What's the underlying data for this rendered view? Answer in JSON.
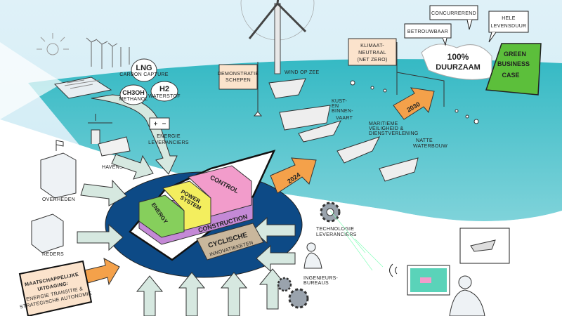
{
  "fuels": {
    "lng": {
      "title": "LNG",
      "sub": "CARBON CAPTURE"
    },
    "methanol": {
      "title": "CH3OH",
      "sub": "METHANOL"
    },
    "hydrogen": {
      "title": "H2",
      "sub": "WATERSTOF"
    }
  },
  "stakeholders": {
    "energie_1": "ENERGIE",
    "energie_2": "LEVERANCIERS",
    "havens": "HAVENS",
    "overheden": "OVERHEDEN",
    "reders": "REDERS",
    "tech_1": "TECHNOLOGIE",
    "tech_2": "LEVERANCIERS",
    "ing_1": "INGENIEURS-",
    "ing_2": "BUREAUS"
  },
  "sea": {
    "demo_1": "DEMONSTRATIE",
    "demo_2": "SCHEPEN",
    "wind": "WIND OP ZEE",
    "kust_1": "KUST-",
    "kust_2": "EN",
    "kust_3": "BINNEN-",
    "kust_4": "VAART",
    "mar_1": "MARITIEME",
    "mar_2": "VEILIGHEID &",
    "mar_3": "DIENSTVERLENING",
    "natte_1": "NATTE",
    "natte_2": "WATERBOUW"
  },
  "goals": {
    "klimaat_1": "KLIMAAT-",
    "klimaat_2": "NEUTRAAL",
    "klimaat_3": "(NET ZERO)",
    "betrouwbaar": "BETROUWBAAR",
    "concurrerend": "CONCURREREND",
    "levensduur_1": "HELE",
    "levensduur_2": "LEVENSDUUR",
    "duurzaam_1": "100%",
    "duurzaam_2": "DUURZAAM",
    "book_1": "GREEN",
    "book_2": "BUSINESS",
    "book_3": "CASE"
  },
  "milestones": {
    "y2024": "2024",
    "y2030": "2030"
  },
  "modules": {
    "control": "CONTROL",
    "power_1": "POWER",
    "power_2": "SYSTEM",
    "energy": "ENERGY",
    "construction": "CONSTRUCTION",
    "cycle_1": "CYCLISCHE",
    "cycle_2": "INNOVATIEKETEN"
  },
  "challenge": {
    "line1": "MAATSCHAPPELIJKE",
    "line2": "UITDAGING:",
    "line3": "ENERGIE TRANSITIE &",
    "line4": "STRATEGISCHE AUTONOMIE"
  },
  "colors": {
    "sea": "#3fc0c8",
    "hub": "#0d4a86",
    "arrow": "#f4a14a",
    "pale_arrow": "#d6e8e0",
    "control": "#f29ccb",
    "power": "#f3ee5e",
    "energy": "#86cf5c",
    "construction": "#c489d6",
    "book": "#5cbf3b",
    "note": "#fbe3cc"
  }
}
